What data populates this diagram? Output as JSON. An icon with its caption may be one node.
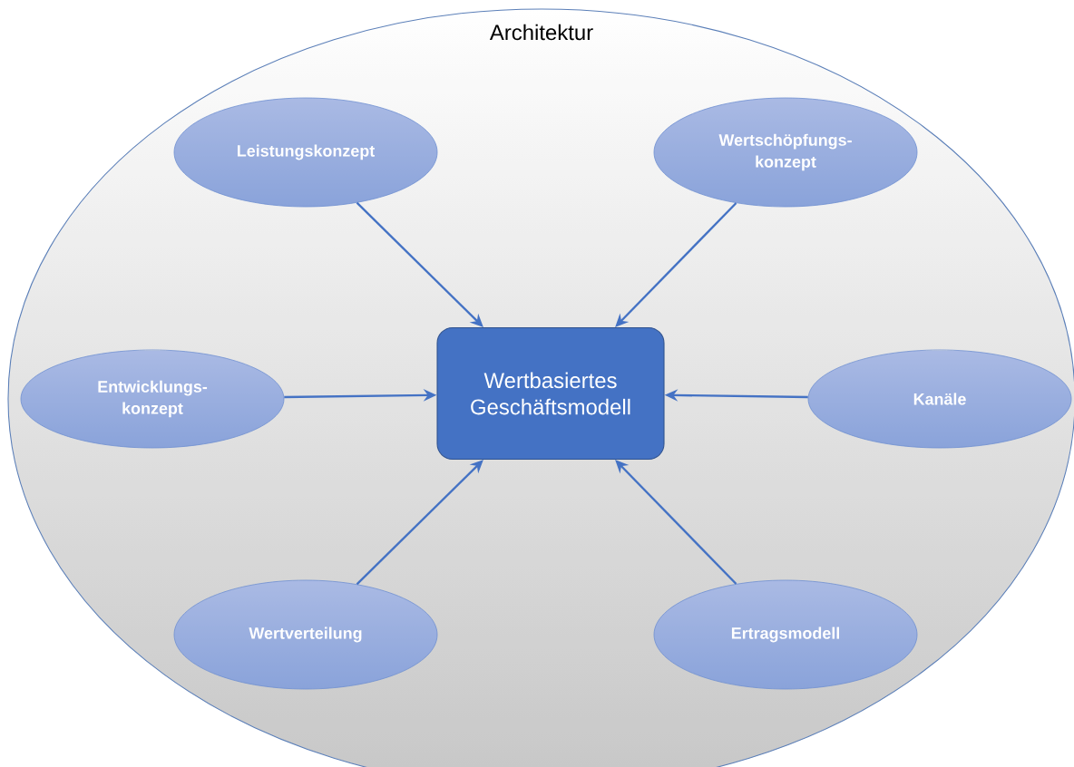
{
  "diagram": {
    "nodes": [
      {
        "text": [
          "Architektur"
        ]
      },
      {
        "text": [
          "Leistungskonzept"
        ],
        "in": 0
      },
      {
        "text": [
          "Wertschöpfungs- konzept"
        ],
        "in": 0
      },
      {
        "text": [
          "Entwicklungs- konzept"
        ],
        "in": 0
      },
      {
        "text": [
          "Wertbasiertes Geschäftsmodell"
        ],
        "in": 0
      },
      {
        "text": [
          "Kanäle"
        ],
        "in": 0
      },
      {
        "text": [
          "Wertverteilung"
        ],
        "in": 0
      },
      {
        "text": [
          "Ertragsmodell"
        ],
        "in": 0
      }
    ],
    "edges": [
      {
        "from": 1,
        "to": 4,
        "arrow": "to"
      },
      {
        "from": 2,
        "to": 4,
        "arrow": "to"
      },
      {
        "from": 3,
        "to": 4,
        "arrow": "to"
      },
      {
        "from": 5,
        "to": 4,
        "arrow": "to"
      },
      {
        "from": 6,
        "to": 4,
        "arrow": "to"
      },
      {
        "from": 7,
        "to": 4,
        "arrow": "to"
      }
    ]
  }
}
